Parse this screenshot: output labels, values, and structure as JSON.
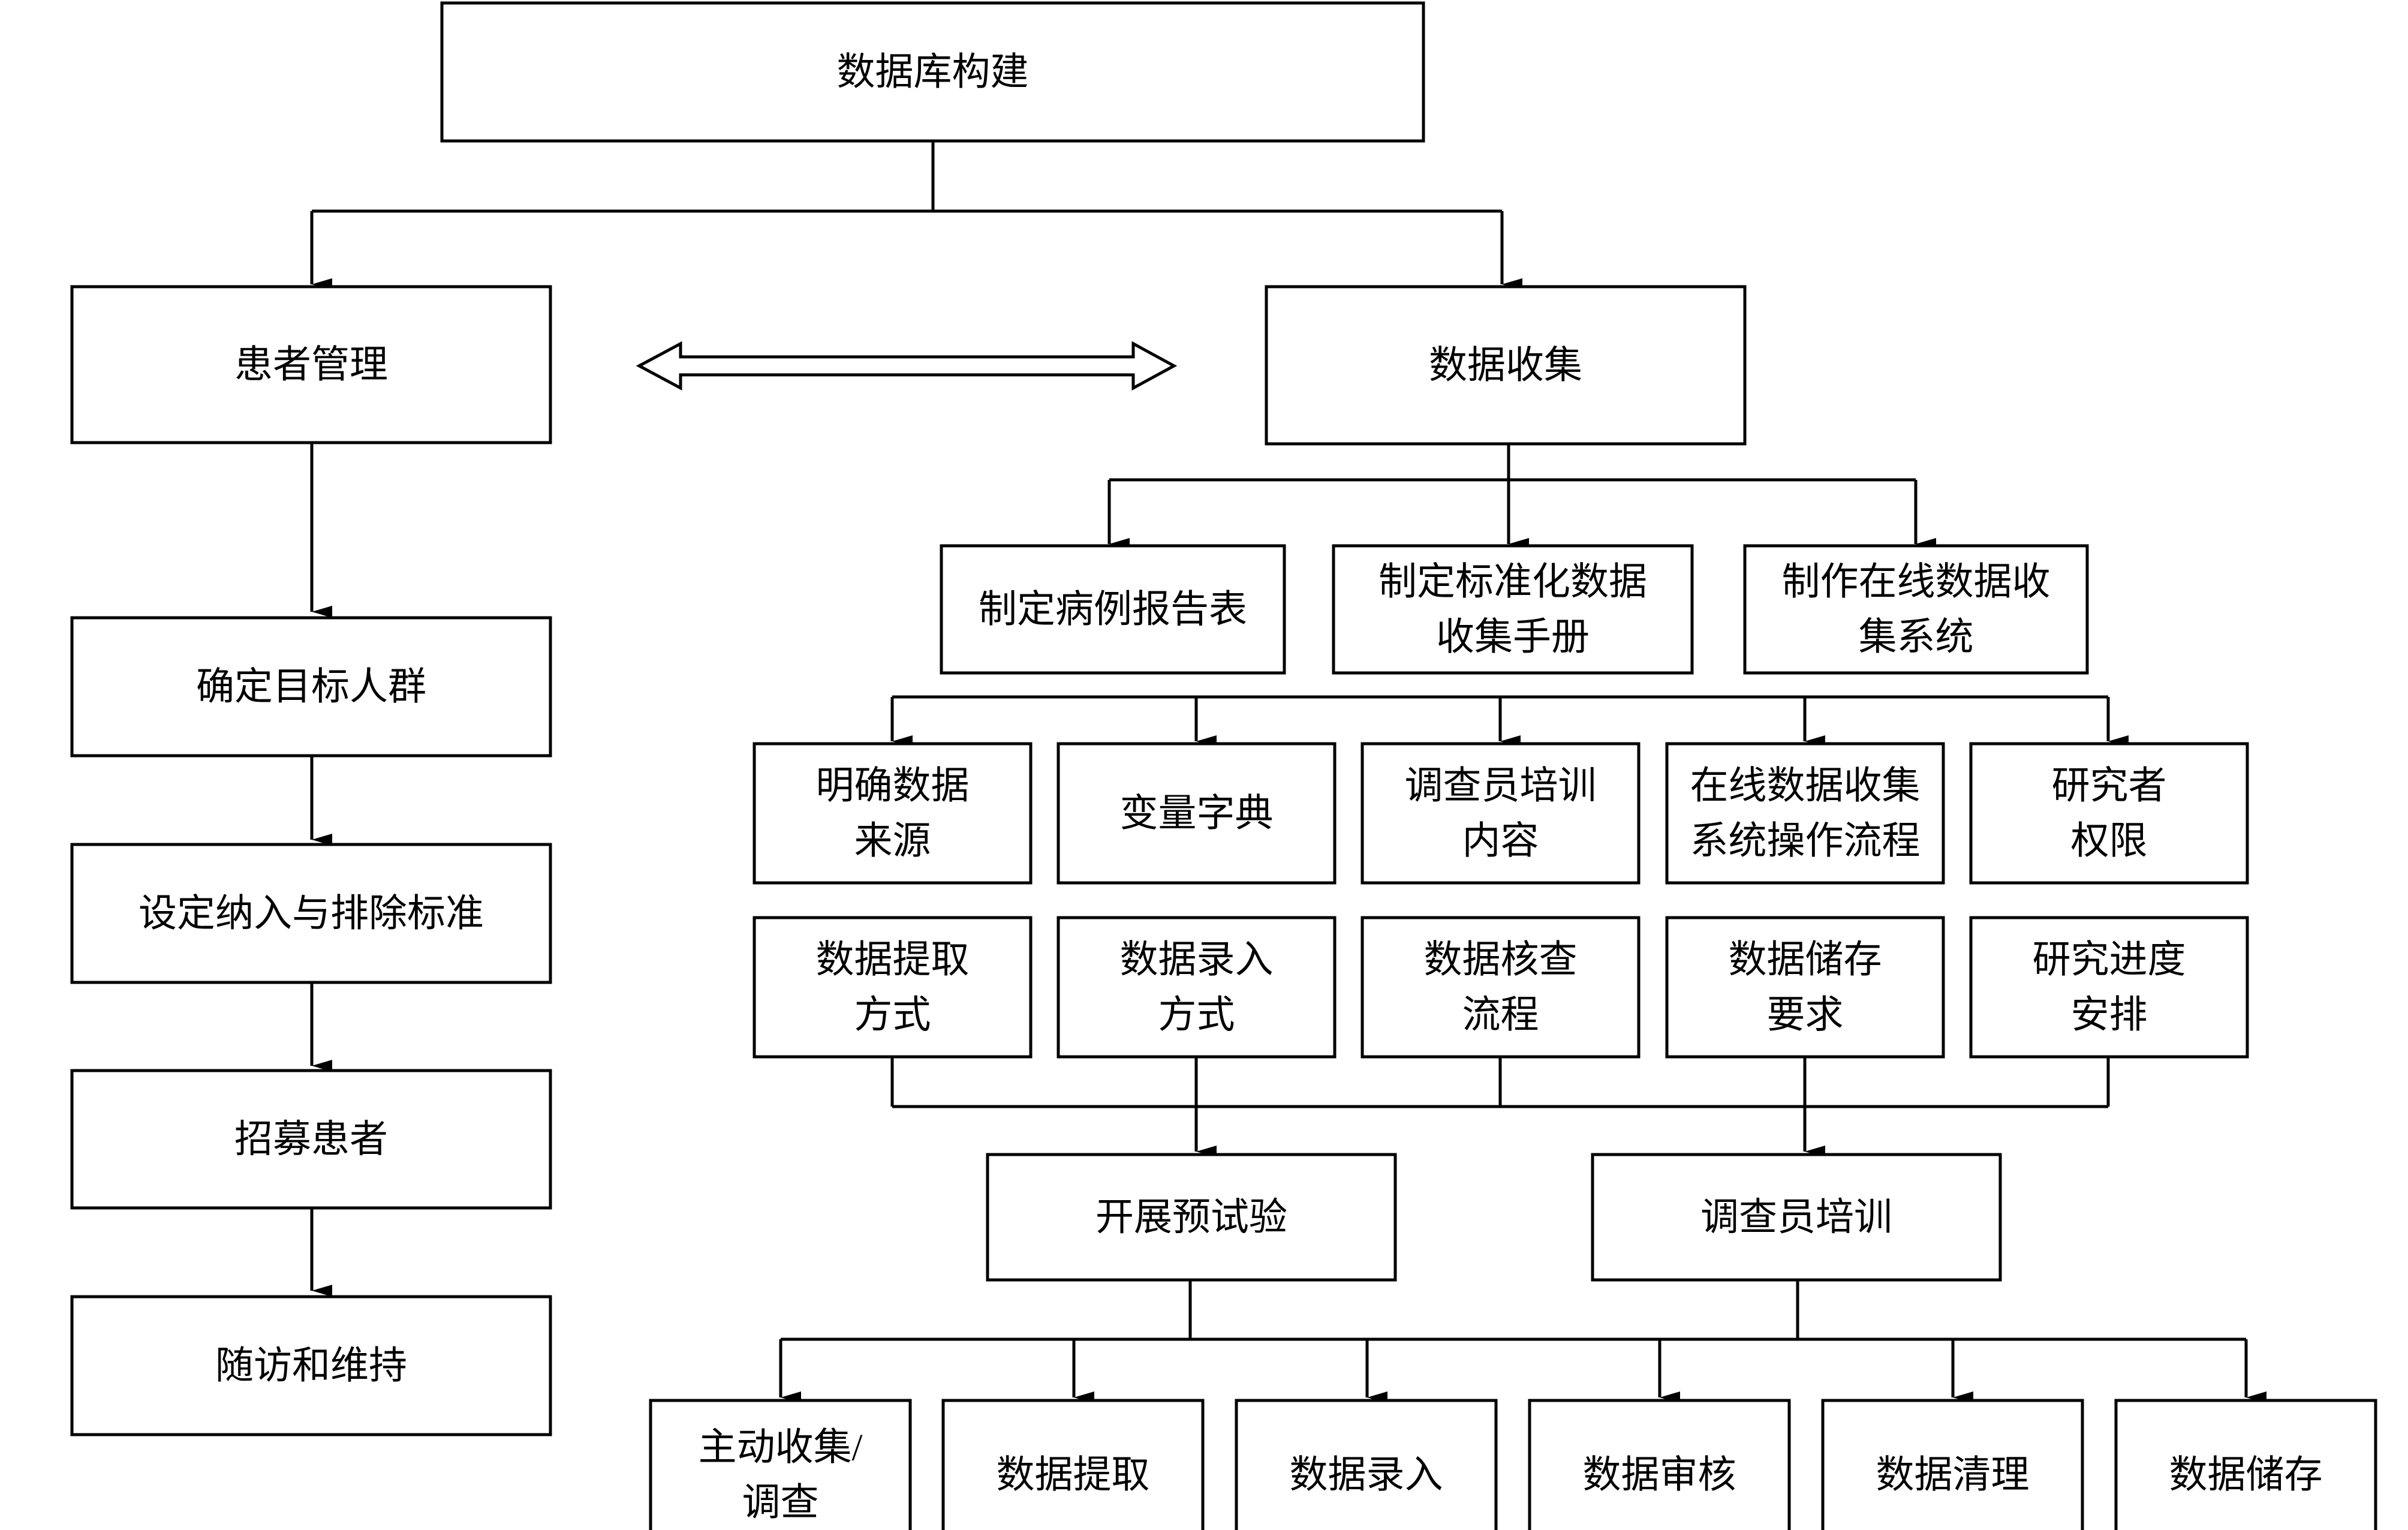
{
  "boxes": {
    "root": [
      "数据库构建"
    ],
    "patient_mgmt": [
      "患者管理"
    ],
    "data_collection": [
      "数据收集"
    ],
    "target_population": [
      "确定目标人群"
    ],
    "criteria": [
      "设定纳入与排除标准"
    ],
    "recruit": [
      "招募患者"
    ],
    "followup": [
      "随访和维持"
    ],
    "crf": [
      "制定病例报告表"
    ],
    "manual": [
      "制定标准化数据",
      "收集手册"
    ],
    "online_system": [
      "制作在线数据收",
      "集系统"
    ],
    "data_source": [
      "明确数据",
      "来源"
    ],
    "dictionary": [
      "变量字典"
    ],
    "training_content": [
      "调查员培训",
      "内容"
    ],
    "online_flow": [
      "在线数据收集",
      "系统操作流程"
    ],
    "permission": [
      "研究者",
      "权限"
    ],
    "extract_method": [
      "数据提取",
      "方式"
    ],
    "entry_method": [
      "数据录入",
      "方式"
    ],
    "check_flow": [
      "数据核查",
      "流程"
    ],
    "storage_req": [
      "数据储存",
      "要求"
    ],
    "schedule": [
      "研究进度",
      "安排"
    ],
    "pilot": [
      "开展预试验"
    ],
    "investigator_training": [
      "调查员培训"
    ],
    "active_collect": [
      "主动收集/",
      "调查"
    ],
    "extract": [
      "数据提取"
    ],
    "entry": [
      "数据录入"
    ],
    "review": [
      "数据审核"
    ],
    "cleaning": [
      "数据清理"
    ],
    "storage": [
      "数据储存"
    ]
  }
}
